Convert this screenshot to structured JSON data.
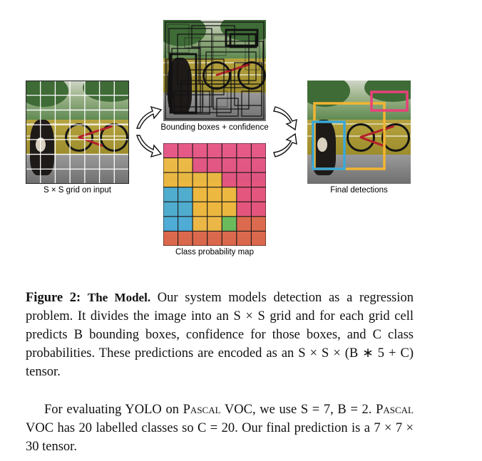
{
  "figure": {
    "input_label": "S × S grid on input",
    "bbox_label": "Bounding boxes + confidence",
    "classmap_label": "Class probability map",
    "final_label": "Final detections",
    "grid_size": 7,
    "class_colors": [
      "#e8427a",
      "#f2b531",
      "#3aa8d8",
      "#5cb84a",
      "#e05a3a",
      "#c43a8f"
    ],
    "class_map": [
      [
        0,
        0,
        0,
        0,
        0,
        0,
        0
      ],
      [
        1,
        1,
        0,
        0,
        0,
        0,
        0
      ],
      [
        1,
        1,
        1,
        1,
        0,
        0,
        0
      ],
      [
        2,
        2,
        1,
        1,
        1,
        0,
        0
      ],
      [
        2,
        2,
        1,
        1,
        1,
        0,
        0
      ],
      [
        2,
        2,
        1,
        1,
        3,
        4,
        4
      ],
      [
        4,
        4,
        4,
        4,
        4,
        4,
        4
      ]
    ],
    "detection_colors": {
      "dog": "#3aa8d8",
      "bicycle": "#f2b531",
      "car": "#e8427a"
    }
  },
  "caption": {
    "label": "Figure 2:",
    "title": "The Model.",
    "text": " Our system models detection as a regression problem. It divides the image into an S × S grid and for each grid cell predicts B bounding boxes, confidence for those boxes, and C class probabilities. These predictions are encoded as an S × S × (B ∗ 5 + C) tensor."
  },
  "paragraph": {
    "text_a": "For evaluating YOLO on ",
    "pascal": "Pascal",
    "text_b": " VOC, we use S = 7, B = 2. ",
    "pascal2": "Pascal",
    "text_c": " VOC has 20 labelled classes so C = 20. Our final prediction is a 7 × 7 × 30 tensor."
  }
}
